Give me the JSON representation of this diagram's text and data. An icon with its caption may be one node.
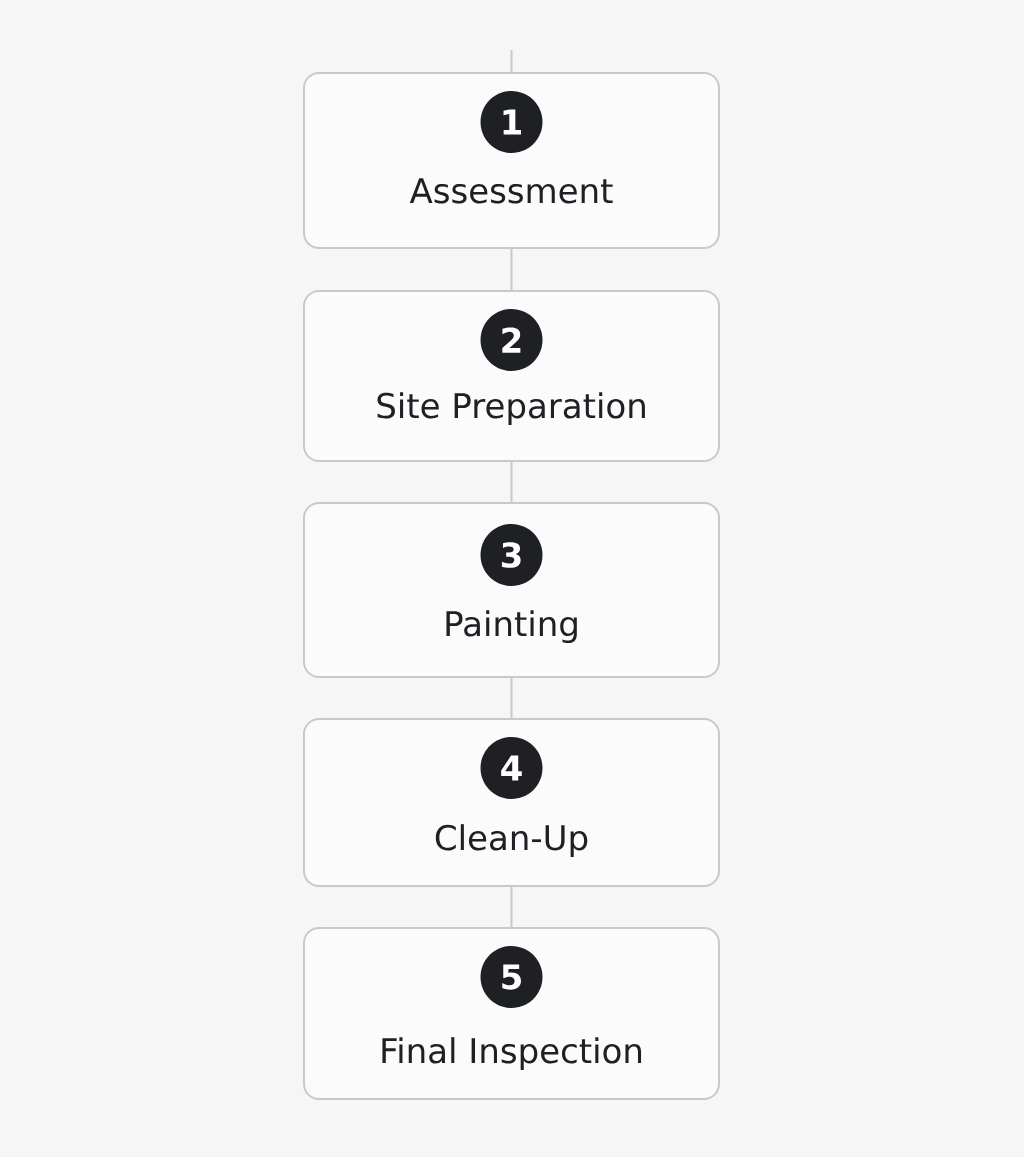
{
  "diagram": {
    "nodes": [
      {
        "text": [
          "1",
          "Assessment"
        ]
      },
      {
        "text": [
          "2",
          "Site Preparation"
        ]
      },
      {
        "text": [
          "3",
          "Painting"
        ]
      },
      {
        "text": [
          "4",
          "Clean-Up"
        ]
      },
      {
        "text": [
          "5",
          "Final Inspection"
        ]
      }
    ],
    "edges": [
      {
        "from": null,
        "to": 0,
        "arrow": "none"
      },
      {
        "from": 0,
        "to": 1,
        "arrow": "none"
      },
      {
        "from": 1,
        "to": 2,
        "arrow": "none"
      },
      {
        "from": 2,
        "to": 3,
        "arrow": "none"
      },
      {
        "from": 3,
        "to": 4,
        "arrow": "none"
      }
    ]
  }
}
